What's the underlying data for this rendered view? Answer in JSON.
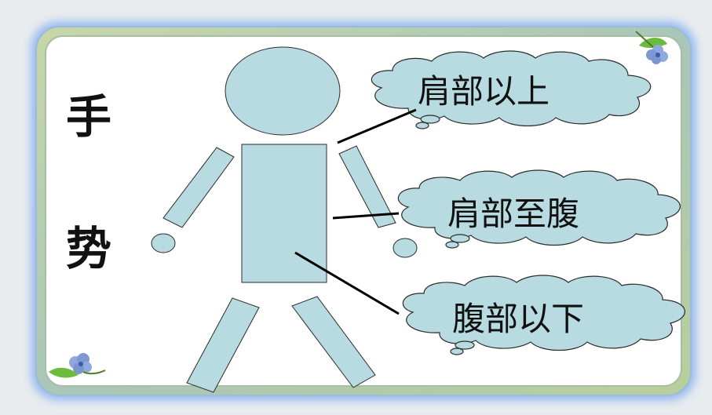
{
  "title_chars": [
    "手",
    "势"
  ],
  "labels": [
    "肩部以上",
    "肩部至腹",
    "腹部以下"
  ],
  "colors": {
    "figure_fill": "#b7dbe0",
    "cloud_fill": "#b7dbe0",
    "frame_outer": "#93b9ee",
    "frame_inner": "#a8c9b0",
    "frame_face": "#ffffff",
    "line": "#000000"
  },
  "icons": [
    "flower-icon",
    "flower-icon"
  ]
}
